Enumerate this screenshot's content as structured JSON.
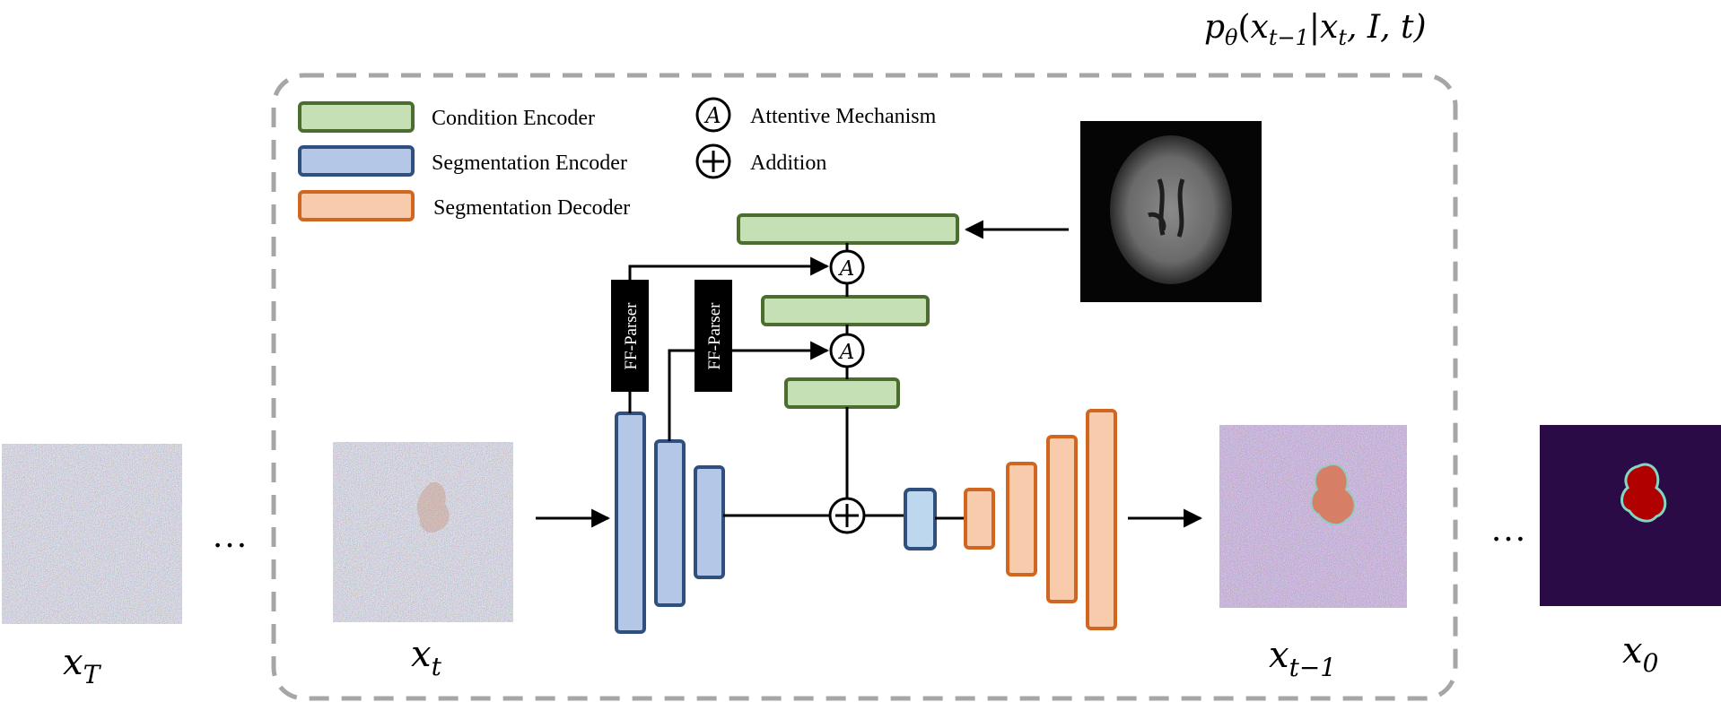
{
  "title_formula": {
    "p": "p",
    "theta": "θ",
    "open": "(",
    "x1": "x",
    "x1_sub": "t−1",
    "bar": "|",
    "x2": "x",
    "x2_sub": "t",
    "rest": ", I, t)"
  },
  "legend": {
    "condition_encoder": "Condition Encoder",
    "segmentation_encoder": "Segmentation Encoder",
    "segmentation_decoder": "Segmentation Decoder",
    "attentive_mechanism": "Attentive Mechanism",
    "addition": "Addition",
    "attentive_symbol": "A",
    "addition_symbol": "+"
  },
  "ff_parser_label": "FF-Parser",
  "attentive_symbol": "A",
  "ellipsis": "…",
  "labels": {
    "xT": {
      "base": "x",
      "sub": "T"
    },
    "xt": {
      "base": "x",
      "sub": "t"
    },
    "xt1": {
      "base": "x",
      "sub": "t−1"
    },
    "x0": {
      "base": "x",
      "sub": "0"
    }
  },
  "colors": {
    "condition_fill": "#c5e0b4",
    "condition_stroke": "#4b6e2f",
    "encoder_fill": "#b4c7e7",
    "encoder_stroke": "#2f4f7f",
    "decoder_fill": "#f8cbad",
    "decoder_stroke": "#d0661f",
    "bottleneck_fill": "#bdd7ee",
    "dash": "#a6a6a6"
  }
}
